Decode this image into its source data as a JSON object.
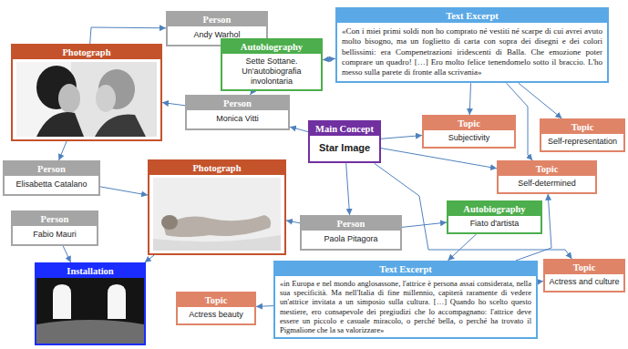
{
  "diagram": {
    "nodes": [
      {
        "text": [
          "Person",
          "Andy Warhol"
        ]
      },
      {
        "text": [
          "Text Excerpt",
          "«Con i miei primi soldi non ho comprato né vestiti né scarpe di cui avrei avuto molto bisogno, ma un foglietto di carta con sopra dei disegni e dei colori bellissimi: era Compenetrazioni iridescenti di Balla. Che emozione poter comprare un quadro! […] Ero molto felice tenendomelo sotto il braccio. L'ho messo sulla parete di fronte alla scrivania»"
        ]
      },
      {
        "text": [
          "Photograph"
        ]
      },
      {
        "text": [
          "Autobiography",
          "Sette Sottane. Un'autobiografia involontaria"
        ]
      },
      {
        "text": [
          "Person",
          "Monica Vitti"
        ]
      },
      {
        "text": [
          "Main Concept",
          "Star Image"
        ]
      },
      {
        "text": [
          "Topic",
          "Subjectivity"
        ]
      },
      {
        "text": [
          "Topic",
          "Self-representation"
        ]
      },
      {
        "text": [
          "Person",
          "Elisabetta Catalano"
        ]
      },
      {
        "text": [
          "Photograph"
        ]
      },
      {
        "text": [
          "Topic",
          "Self-determined"
        ]
      },
      {
        "text": [
          "Person",
          "Fabio Mauri"
        ]
      },
      {
        "text": [
          "Person",
          "Paola Pitagora"
        ]
      },
      {
        "text": [
          "Autobiography",
          "Fiato d'artista"
        ]
      },
      {
        "text": [
          "Installation"
        ]
      },
      {
        "text": [
          "Topic",
          "Actress and culture"
        ]
      },
      {
        "text": [
          "Topic",
          "Actress beauty"
        ]
      },
      {
        "text": [
          "Text Excerpt",
          "«in Europa e nel mondo anglosassone, l'attrice è persona assai considerata, nella sua specificità. Ma nell'Italia di fine millennio, capiterà raramente di vedere un'attrice invitata a un simposio sulla cultura. […] Quando ho scelto questo mestiere, ero consapevole dei pregiudizi che lo accompagnano: l'attrice deve essere un piccolo e casuale miracolo, o perché bella, o perché ha trovato il Pigmalione che la sa valorizzare»"
        ]
      }
    ],
    "edges": [
      {
        "from": 2,
        "to": 0,
        "arrow": "to"
      },
      {
        "from": 3,
        "to": 1,
        "arrow": "both"
      },
      {
        "from": 3,
        "to": 4,
        "arrow": "to"
      },
      {
        "from": 4,
        "to": 2,
        "arrow": "to"
      },
      {
        "from": 5,
        "to": 4,
        "arrow": "to"
      },
      {
        "from": 5,
        "to": 6,
        "arrow": "to"
      },
      {
        "from": 5,
        "to": 10,
        "arrow": "to"
      },
      {
        "from": 5,
        "to": 12,
        "arrow": "to"
      },
      {
        "from": 5,
        "to": 15,
        "arrow": "to"
      },
      {
        "from": 1,
        "to": 6,
        "arrow": "to"
      },
      {
        "from": 1,
        "to": 7,
        "arrow": "to"
      },
      {
        "from": 1,
        "to": 10,
        "arrow": "to"
      },
      {
        "from": 2,
        "to": 8,
        "arrow": "to"
      },
      {
        "from": 8,
        "to": 9,
        "arrow": "to"
      },
      {
        "from": 12,
        "to": 9,
        "arrow": "to"
      },
      {
        "from": 12,
        "to": 13,
        "arrow": "to"
      },
      {
        "from": 13,
        "to": 17,
        "arrow": "to"
      },
      {
        "from": 17,
        "to": 16,
        "arrow": "to"
      },
      {
        "from": 17,
        "to": 10,
        "arrow": "to"
      },
      {
        "from": 17,
        "to": 15,
        "arrow": "to"
      },
      {
        "from": 11,
        "to": 14,
        "arrow": "to"
      },
      {
        "from": 9,
        "to": 14,
        "arrow": "to"
      }
    ]
  }
}
